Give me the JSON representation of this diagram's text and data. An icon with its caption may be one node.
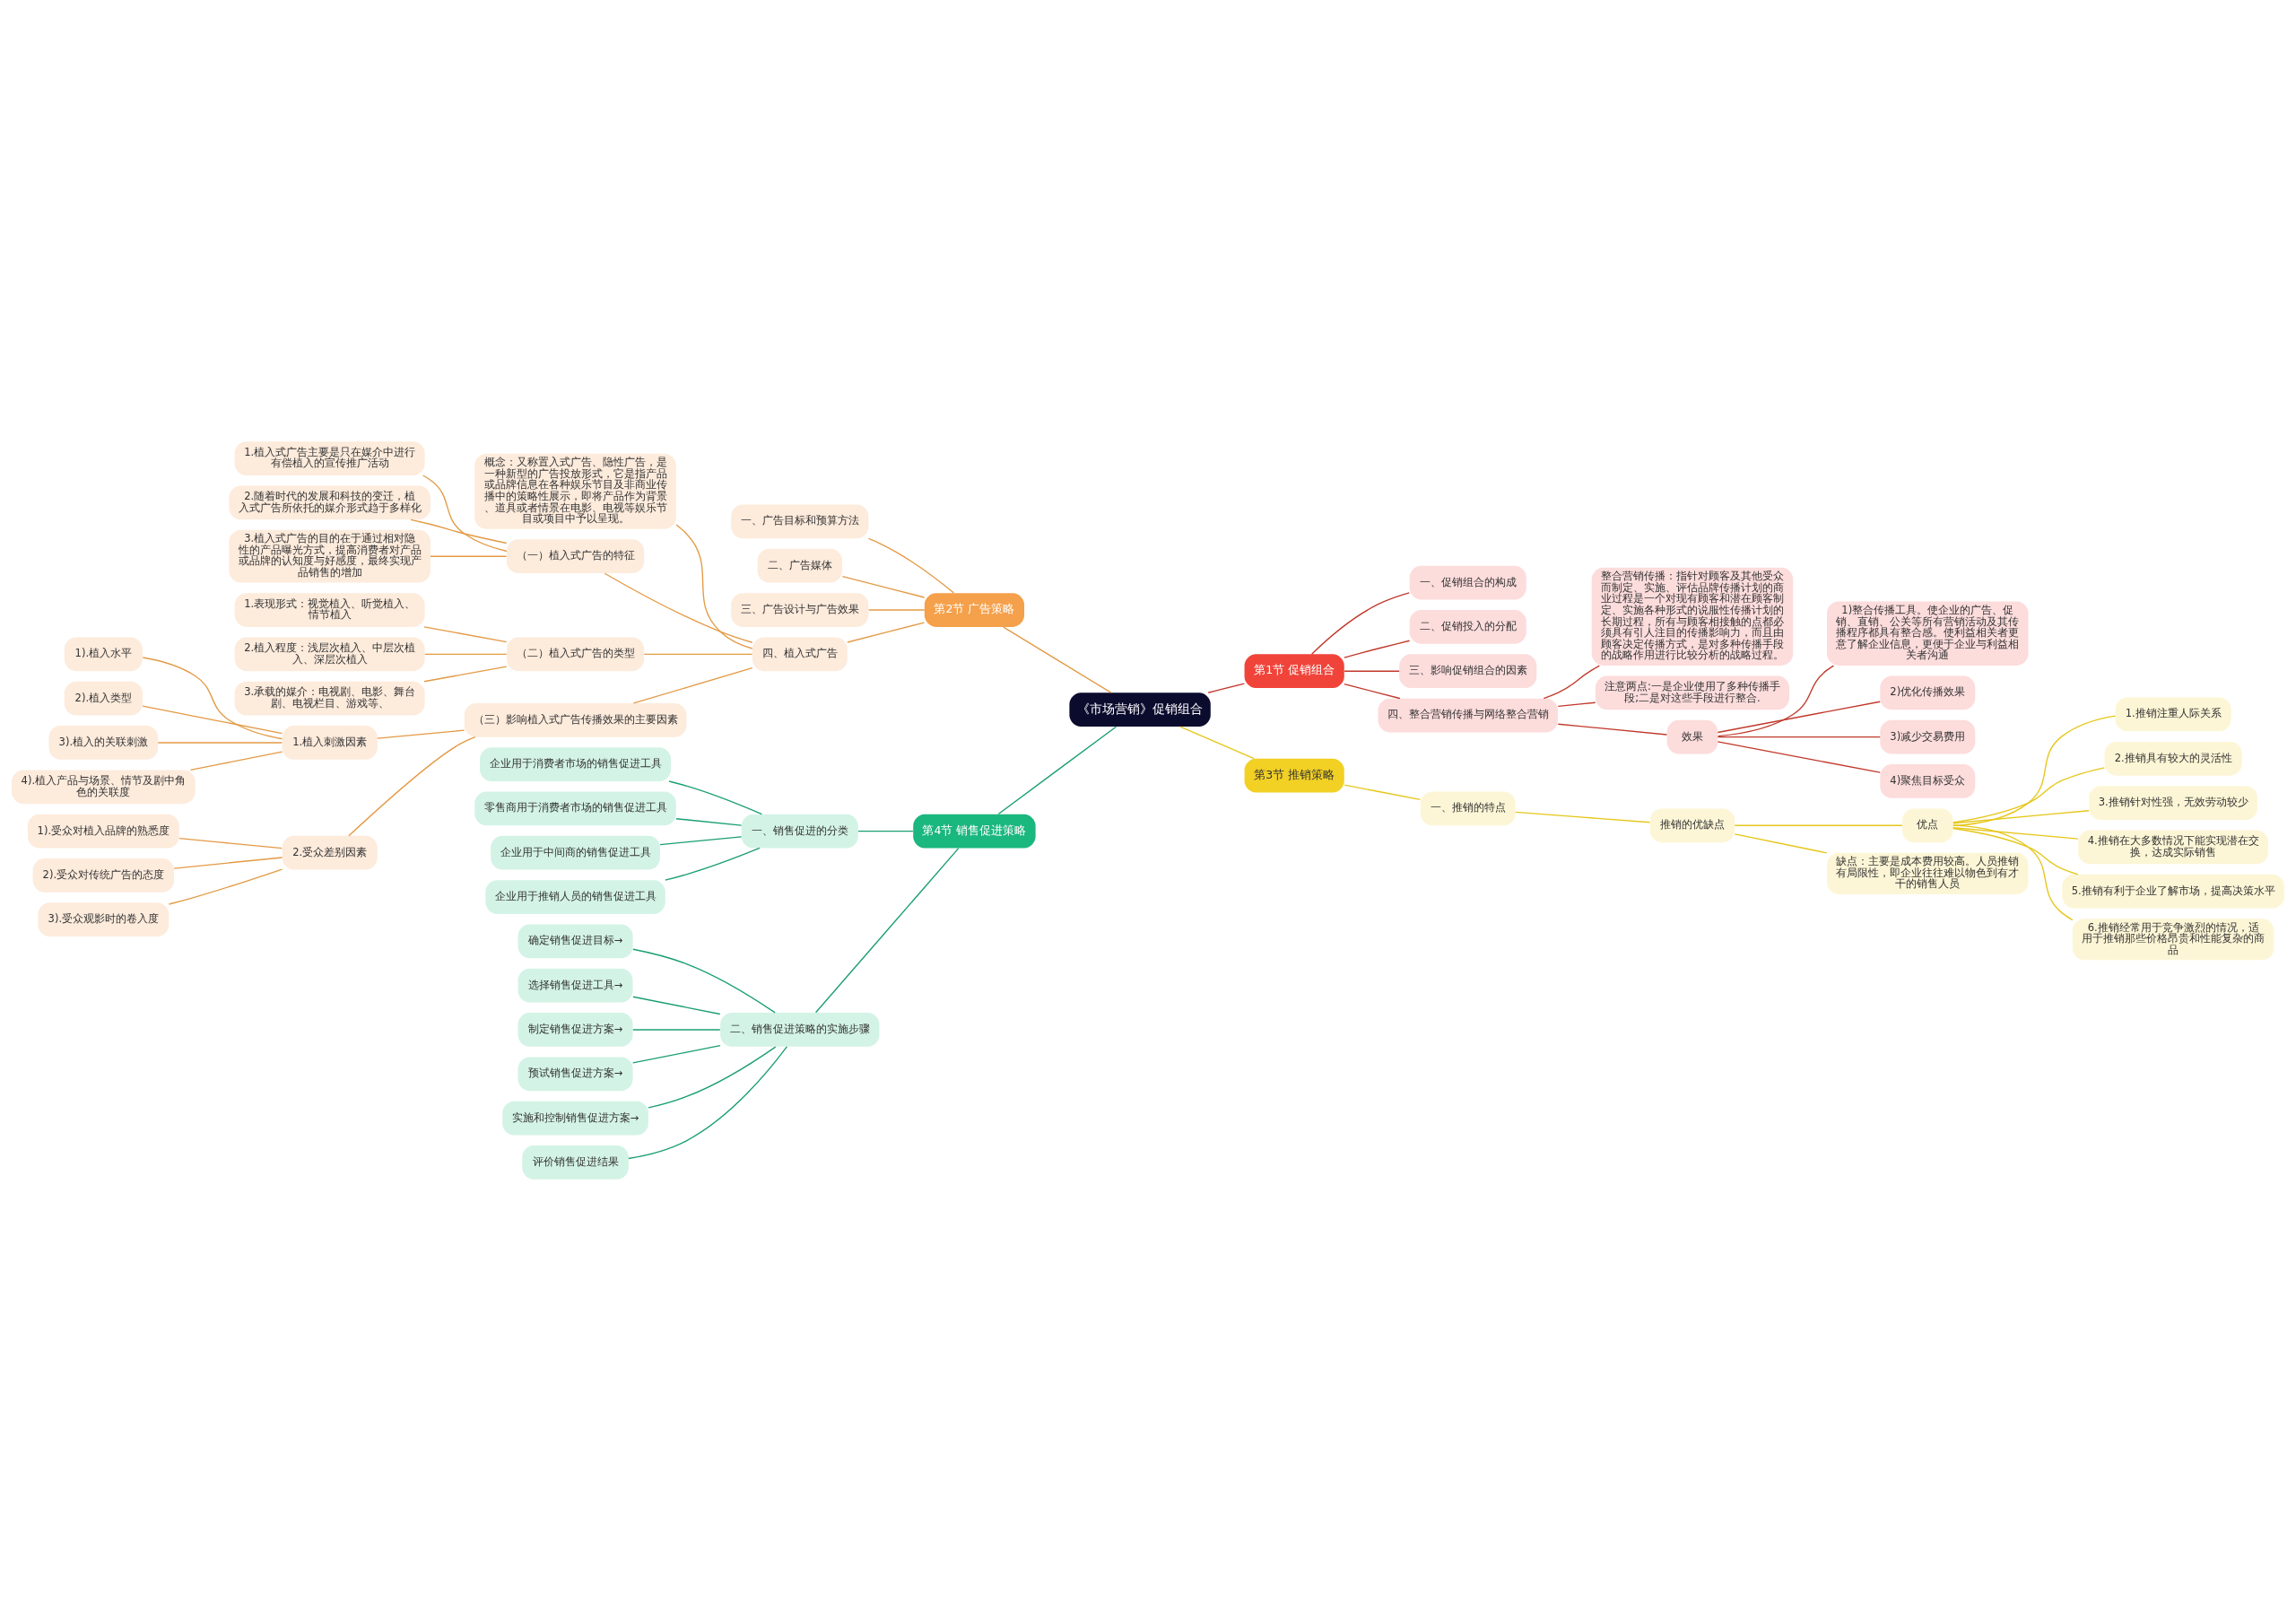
{
  "diagram": {
    "nodes": [
      {
        "text": [
          "《市场营销》促销组合"
        ]
      },
      {
        "text": [
          "第1节 促销组合"
        ]
      },
      {
        "text": [
          "一、促销组合的构成"
        ]
      },
      {
        "text": [
          "二、促销投入的分配"
        ]
      },
      {
        "text": [
          "三、影响促销组合的因素"
        ]
      },
      {
        "text": [
          "四、整合营销传播与网络整合营销"
        ]
      },
      {
        "text": [
          "整合营销传播：指针对顾客及其他受众而制定、实施、评估品牌传播计划的商业过程是一个对现有顾客和潜在顾客制定、实施各种形式的说服性传播计划的长期过程，所有与顾客相接触的点都必须具有引人注目的传播影响力，而且由顾客决定传播方式，是对多种传播手段的战略作用进行比较分析的战略过程。"
        ]
      },
      {
        "text": [
          "注意两点:一是企业使用了多种传播手段;二是对这些手段进行整合."
        ]
      },
      {
        "text": [
          "效果"
        ]
      },
      {
        "text": [
          "1)整合传播工具。使企业的广告、促销、直销、公关等所有营销活动及其传播程序都具有整合感。使利益相关者更意了解企业信息，更便于企业与利益相关者沟通"
        ]
      },
      {
        "text": [
          "2)优化传播效果"
        ]
      },
      {
        "text": [
          "3)减少交易费用"
        ]
      },
      {
        "text": [
          "4)聚焦目标受众"
        ]
      },
      {
        "text": [
          "第3节 推销策略"
        ]
      },
      {
        "text": [
          "一、推销的特点"
        ]
      },
      {
        "text": [
          "推销的优缺点"
        ]
      },
      {
        "text": [
          "优点"
        ]
      },
      {
        "text": [
          "1.推销注重人际关系"
        ]
      },
      {
        "text": [
          "2.推销具有较大的灵活性"
        ]
      },
      {
        "text": [
          "3.推销针对性强，无效劳动较少"
        ]
      },
      {
        "text": [
          "4.推销在大多数情况下能实现潜在交换，达成实际销售"
        ]
      },
      {
        "text": [
          "5.推销有利于企业了解市场，提高决策水平"
        ]
      },
      {
        "text": [
          "6.推销经常用于竞争激烈的情况，适用于推销那些价格昂贵和性能复杂的商品"
        ]
      },
      {
        "text": [
          "缺点：主要是成本费用较高。人员推销有局限性，即企业往往难以物色到有才干的销售人员"
        ]
      },
      {
        "text": [
          "第2节 广告策略"
        ]
      },
      {
        "text": [
          "一、广告目标和预算方法"
        ]
      },
      {
        "text": [
          "二、广告媒体"
        ]
      },
      {
        "text": [
          "三、广告设计与广告效果"
        ]
      },
      {
        "text": [
          "四、植入式广告"
        ]
      },
      {
        "text": [
          "概念：又称置入式广告、隐性广告，是一种新型的广告投放形式，它是指产品或品牌信息在各种娱乐节目及非商业传播中的策略性展示，即将产品作为背景、道具或者情景在电影、电视等娱乐节目或项目中予以呈现。"
        ]
      },
      {
        "text": [
          "（一）植入式广告的特征"
        ]
      },
      {
        "text": [
          "1.植入式广告主要是只在媒介中进行有偿植入的宣传推广活动"
        ]
      },
      {
        "text": [
          "2.随着时代的发展和科技的变迁，植入式广告所依托的媒介形式趋于多样化"
        ]
      },
      {
        "text": [
          "3.植入式广告的目的在于通过相对隐性的产品曝光方式，提高消费者对产品或品牌的认知度与好感度，最终实现产品销售的增加"
        ]
      },
      {
        "text": [
          "（二）植入式广告的类型"
        ]
      },
      {
        "text": [
          "1.表现形式：视觉植入、听觉植入、情节植入"
        ]
      },
      {
        "text": [
          "2.植入程度：浅层次植入、中层次植入、深层次植入"
        ]
      },
      {
        "text": [
          "3.承载的媒介：电视剧、电影、舞台剧、电视栏目、游戏等、"
        ]
      },
      {
        "text": [
          "（三）影响植入式广告传播效果的主要因素"
        ]
      },
      {
        "text": [
          "1.植入刺激因素"
        ]
      },
      {
        "text": [
          "1).植入水平"
        ]
      },
      {
        "text": [
          "2).植入类型"
        ]
      },
      {
        "text": [
          "3).植入的关联刺激"
        ]
      },
      {
        "text": [
          "4).植入产品与场景、情节及剧中角色的关联度"
        ]
      },
      {
        "text": [
          "2.受众差别因素"
        ]
      },
      {
        "text": [
          "1).受众对植入品牌的熟悉度"
        ]
      },
      {
        "text": [
          "2).受众对传统广告的态度"
        ]
      },
      {
        "text": [
          "3).受众观影时的卷入度"
        ]
      },
      {
        "text": [
          "第4节 销售促进策略"
        ]
      },
      {
        "text": [
          "一、销售促进的分类"
        ]
      },
      {
        "text": [
          "企业用于消费者市场的销售促进工具"
        ]
      },
      {
        "text": [
          "零售商用于消费者市场的销售促进工具"
        ]
      },
      {
        "text": [
          "企业用于中间商的销售促进工具"
        ]
      },
      {
        "text": [
          "企业用于推销人员的销售促进工具"
        ]
      },
      {
        "text": [
          "二、销售促进策略的实施步骤"
        ]
      },
      {
        "text": [
          "确定销售促进目标→"
        ]
      },
      {
        "text": [
          "选择销售促进工具→"
        ]
      },
      {
        "text": [
          "制定销售促进方案→"
        ]
      },
      {
        "text": [
          "预试销售促进方案→"
        ]
      },
      {
        "text": [
          "实施和控制销售促进方案→"
        ]
      },
      {
        "text": [
          "评价销售促进结果"
        ]
      }
    ],
    "edges": [
      {
        "from": 0,
        "to": 1,
        "arrow": "none",
        "color": "#c0392b"
      },
      {
        "from": 1,
        "to": 2,
        "arrow": "none",
        "color": "#c0392b"
      },
      {
        "from": 1,
        "to": 3,
        "arrow": "none",
        "color": "#c0392b"
      },
      {
        "from": 1,
        "to": 4,
        "arrow": "none",
        "color": "#c0392b"
      },
      {
        "from": 1,
        "to": 5,
        "arrow": "none",
        "color": "#c0392b"
      },
      {
        "from": 5,
        "to": 6,
        "arrow": "none",
        "color": "#c0392b"
      },
      {
        "from": 5,
        "to": 7,
        "arrow": "none",
        "color": "#c0392b"
      },
      {
        "from": 5,
        "to": 8,
        "arrow": "none",
        "color": "#c0392b"
      },
      {
        "from": 8,
        "to": 9,
        "arrow": "none",
        "color": "#c0392b"
      },
      {
        "from": 8,
        "to": 10,
        "arrow": "none",
        "color": "#c0392b"
      },
      {
        "from": 8,
        "to": 11,
        "arrow": "none",
        "color": "#c0392b"
      },
      {
        "from": 8,
        "to": 12,
        "arrow": "none",
        "color": "#c0392b"
      },
      {
        "from": 0,
        "to": 13,
        "arrow": "none",
        "color": "#e6c619"
      },
      {
        "from": 13,
        "to": 14,
        "arrow": "none",
        "color": "#e6c619"
      },
      {
        "from": 14,
        "to": 15,
        "arrow": "none",
        "color": "#e6c619"
      },
      {
        "from": 15,
        "to": 16,
        "arrow": "none",
        "color": "#e6c619"
      },
      {
        "from": 16,
        "to": 17,
        "arrow": "none",
        "color": "#e6c619"
      },
      {
        "from": 16,
        "to": 18,
        "arrow": "none",
        "color": "#e6c619"
      },
      {
        "from": 16,
        "to": 19,
        "arrow": "none",
        "color": "#e6c619"
      },
      {
        "from": 16,
        "to": 20,
        "arrow": "none",
        "color": "#e6c619"
      },
      {
        "from": 16,
        "to": 21,
        "arrow": "none",
        "color": "#e6c619"
      },
      {
        "from": 16,
        "to": 22,
        "arrow": "none",
        "color": "#e6c619"
      },
      {
        "from": 15,
        "to": 23,
        "arrow": "none",
        "color": "#e6c619"
      },
      {
        "from": 0,
        "to": 24,
        "arrow": "none"
      },
      {
        "from": 24,
        "to": 25,
        "arrow": "none"
      },
      {
        "from": 24,
        "to": 26,
        "arrow": "none"
      },
      {
        "from": 24,
        "to": 27,
        "arrow": "none"
      },
      {
        "from": 24,
        "to": 28,
        "arrow": "none"
      },
      {
        "from": 28,
        "to": 29,
        "arrow": "none"
      },
      {
        "from": 28,
        "to": 30,
        "arrow": "none"
      },
      {
        "from": 30,
        "to": 31,
        "arrow": "none"
      },
      {
        "from": 30,
        "to": 32,
        "arrow": "none"
      },
      {
        "from": 30,
        "to": 33,
        "arrow": "none"
      },
      {
        "from": 28,
        "to": 34,
        "arrow": "none"
      },
      {
        "from": 34,
        "to": 35,
        "arrow": "none"
      },
      {
        "from": 34,
        "to": 36,
        "arrow": "none"
      },
      {
        "from": 34,
        "to": 37,
        "arrow": "none"
      },
      {
        "from": 28,
        "to": 38,
        "arrow": "none"
      },
      {
        "from": 38,
        "to": 39,
        "arrow": "none"
      },
      {
        "from": 39,
        "to": 40,
        "arrow": "none"
      },
      {
        "from": 39,
        "to": 41,
        "arrow": "none"
      },
      {
        "from": 39,
        "to": 42,
        "arrow": "none"
      },
      {
        "from": 39,
        "to": 43,
        "arrow": "none"
      },
      {
        "from": 38,
        "to": 44,
        "arrow": "none"
      },
      {
        "from": 44,
        "to": 45,
        "arrow": "none"
      },
      {
        "from": 44,
        "to": 46,
        "arrow": "none"
      },
      {
        "from": 44,
        "to": 47,
        "arrow": "none"
      },
      {
        "from": 0,
        "to": 48,
        "arrow": "none",
        "color": "#1a9e74"
      },
      {
        "from": 48,
        "to": 49,
        "arrow": "none",
        "color": "#1a9e74"
      },
      {
        "from": 49,
        "to": 50,
        "arrow": "none",
        "color": "#1a9e74"
      },
      {
        "from": 49,
        "to": 51,
        "arrow": "none",
        "color": "#1a9e74"
      },
      {
        "from": 49,
        "to": 52,
        "arrow": "none",
        "color": "#1a9e74"
      },
      {
        "from": 49,
        "to": 53,
        "arrow": "none",
        "color": "#1a9e74"
      },
      {
        "from": 48,
        "to": 54,
        "arrow": "none",
        "color": "#1a9e74"
      },
      {
        "from": 54,
        "to": 55,
        "arrow": "none",
        "color": "#1a9e74"
      },
      {
        "from": 54,
        "to": 56,
        "arrow": "none",
        "color": "#1a9e74"
      },
      {
        "from": 54,
        "to": 57,
        "arrow": "none",
        "color": "#1a9e74"
      },
      {
        "from": 54,
        "to": 58,
        "arrow": "none",
        "color": "#1a9e74"
      },
      {
        "from": 54,
        "to": 59,
        "arrow": "none",
        "color": "#1a9e74"
      },
      {
        "from": 54,
        "to": 60,
        "arrow": "none",
        "color": "#1a9e74"
      }
    ]
  }
}
